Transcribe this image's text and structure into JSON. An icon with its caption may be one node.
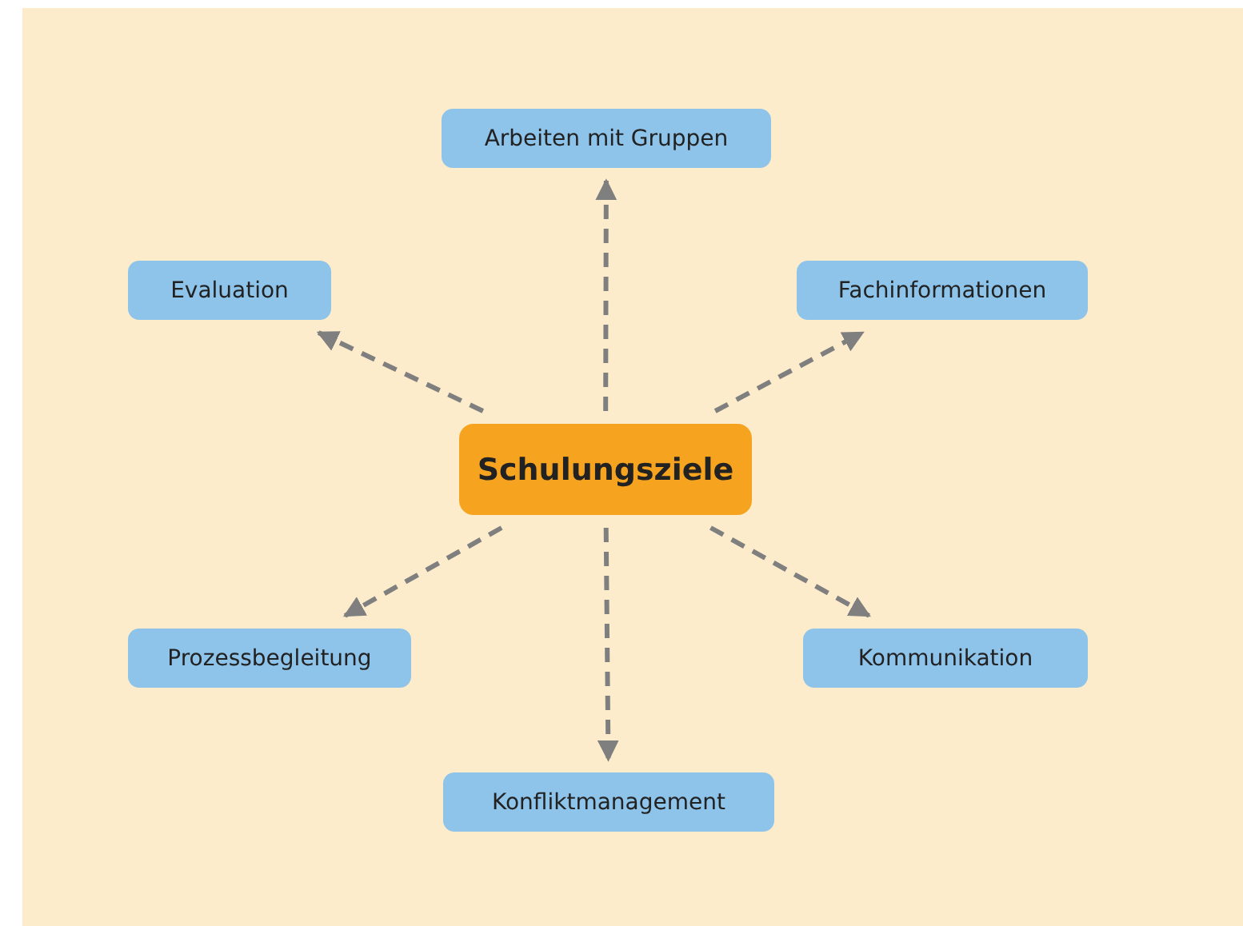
{
  "diagram": {
    "nodes": [
      {
        "text": [
          "Schulungsziele"
        ]
      },
      {
        "text": [
          "Arbeiten mit Gruppen"
        ]
      },
      {
        "text": [
          "Evaluation"
        ]
      },
      {
        "text": [
          "Fachinformationen"
        ]
      },
      {
        "text": [
          "Prozessbegleitung"
        ]
      },
      {
        "text": [
          "Kommunikation"
        ]
      },
      {
        "text": [
          "Konfliktmanagement"
        ]
      }
    ],
    "edges": [
      {
        "from": 0,
        "to": 1,
        "arrow": "to",
        "style": "dashed"
      },
      {
        "from": 0,
        "to": 2,
        "arrow": "to",
        "style": "dashed"
      },
      {
        "from": 0,
        "to": 3,
        "arrow": "to",
        "style": "dashed"
      },
      {
        "from": 0,
        "to": 4,
        "arrow": "to",
        "style": "dashed"
      },
      {
        "from": 0,
        "to": 5,
        "arrow": "to",
        "style": "dashed"
      },
      {
        "from": 0,
        "to": 6,
        "arrow": "to",
        "style": "dashed"
      }
    ]
  }
}
